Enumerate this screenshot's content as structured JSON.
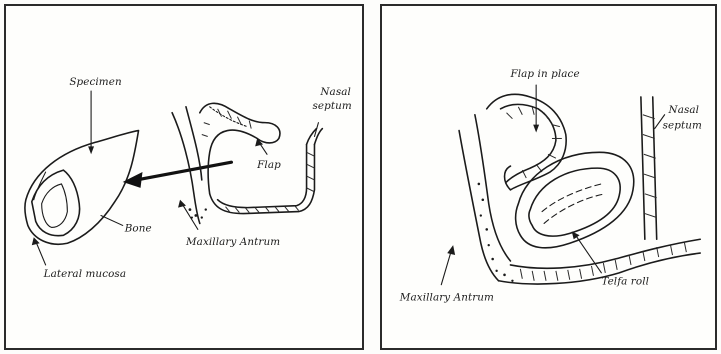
{
  "left_panel": {
    "labels": {
      "specimen": "Specimen",
      "nasal_septum_line1": "Nasal",
      "nasal_septum_line2": "septum",
      "flap": "Flap",
      "bone": "Bone",
      "maxillary_antrum": "Maxillary Antrum",
      "lateral_mucosa": "Lateral mucosa"
    }
  },
  "right_panel": {
    "labels": {
      "flap_in_place": "Flap in place",
      "nasal_septum_line1": "Nasal",
      "nasal_septum_line2": "septum",
      "maxillary_antrum": "Maxillary Antrum",
      "telfa_roll": "Telfa roll"
    }
  }
}
